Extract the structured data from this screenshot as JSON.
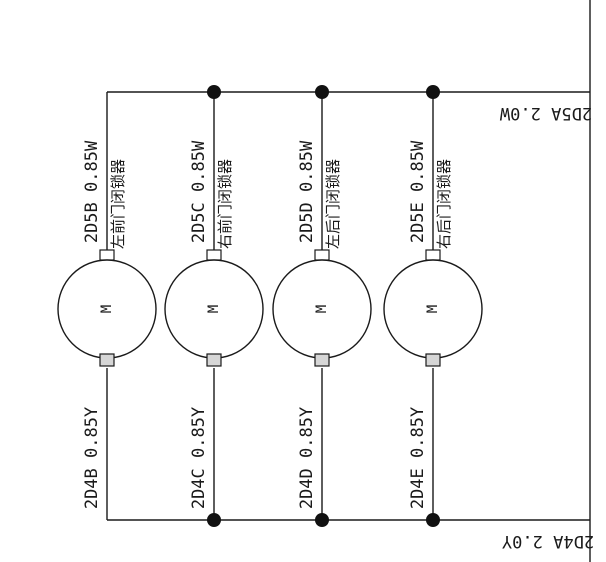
{
  "diagram": {
    "top_bus_label": "2D5A 2.0W",
    "bottom_bus_label": "2D4A 2.0Y",
    "motors": [
      {
        "letter": "M",
        "top_wire": "2D5B 0.85W",
        "bottom_wire": "2D4B 0.85Y",
        "name": "左前门闭锁器"
      },
      {
        "letter": "M",
        "top_wire": "2D5C 0.85W",
        "bottom_wire": "2D4C 0.85Y",
        "name": "右前门闭锁器"
      },
      {
        "letter": "M",
        "top_wire": "2D5D 0.85W",
        "bottom_wire": "2D4D 0.85Y",
        "name": "左后门闭锁器"
      },
      {
        "letter": "M",
        "top_wire": "2D5E 0.85W",
        "bottom_wire": "2D4E 0.85Y",
        "name": "右后门闭锁器"
      }
    ]
  }
}
